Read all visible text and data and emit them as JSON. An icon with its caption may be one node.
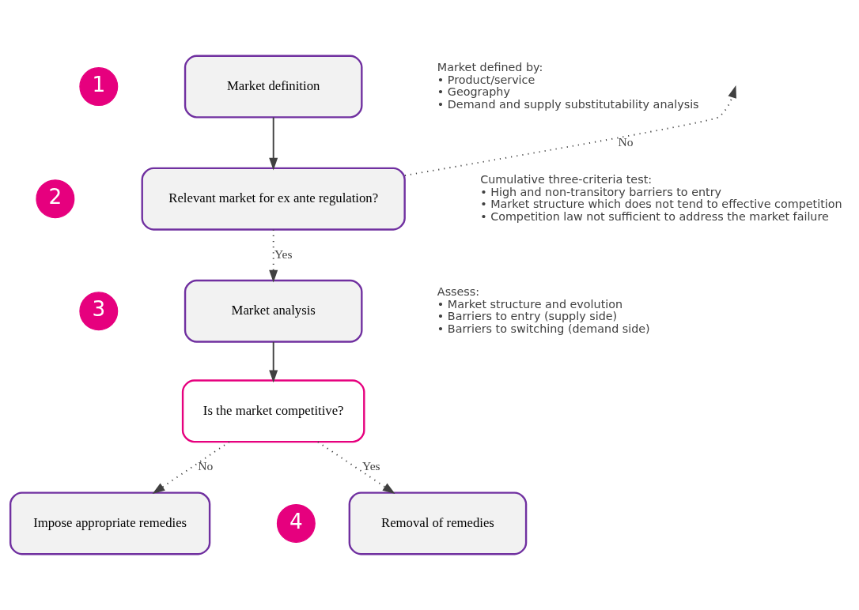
{
  "diagram": {
    "nodes": [
      {
        "text": [
          "1"
        ]
      },
      {
        "text": [
          "Market definition"
        ],
        "beside": [
          "Market defined by:",
          "• Product/service",
          "• Geography",
          "• Demand and supply substitutability analysis"
        ]
      },
      {
        "text": [
          "2"
        ]
      },
      {
        "text": [
          "Relevant market for ex ante regulation?"
        ],
        "beside": [
          "Cumulative three-criteria test:",
          "• High and non-transitory barriers to entry",
          "• Market structure which does not tend to effective competition",
          "• Competition law not sufficient to address the market failure"
        ]
      },
      {
        "text": [
          "3"
        ]
      },
      {
        "text": [
          "Market analysis"
        ],
        "beside": [
          "Assess:",
          "• Market structure and evolution",
          "• Barriers to entry (supply side)",
          "• Barriers to switching (demand side)"
        ]
      },
      {
        "text": [
          "Is the market competitive?"
        ]
      },
      {
        "text": [
          "4"
        ]
      },
      {
        "text": [
          "Impose appropriate remedies"
        ]
      },
      {
        "text": [
          "Removal of remedies"
        ]
      }
    ],
    "edges": [
      {
        "from": 1,
        "to": 3,
        "arrow": "to"
      },
      {
        "from": 3,
        "to": null,
        "arrow": "to",
        "label": "No",
        "style": "dashed"
      },
      {
        "from": 3,
        "to": 5,
        "arrow": "to",
        "label": "Yes",
        "style": "dashed"
      },
      {
        "from": 5,
        "to": 6,
        "arrow": "to"
      },
      {
        "from": 6,
        "to": 8,
        "arrow": "to",
        "label": "No",
        "style": "dashed"
      },
      {
        "from": 6,
        "to": 9,
        "arrow": "to",
        "label": "Yes",
        "style": "dashed"
      }
    ]
  }
}
